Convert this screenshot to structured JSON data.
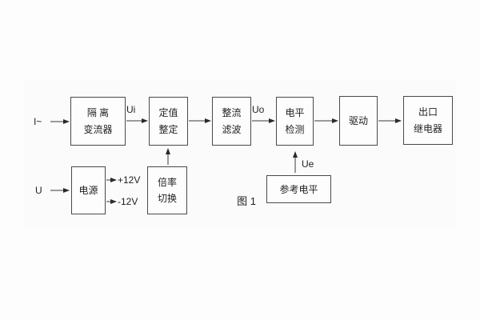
{
  "figure": {
    "caption": "图 1",
    "inputs": {
      "current": "I~",
      "voltage": "U"
    },
    "signals": {
      "ui": "Ui",
      "uo": "Uo",
      "ue": "Ue",
      "plus12v": "+12V",
      "minus12v": "-12V"
    },
    "blocks": {
      "isolation": {
        "line1": "隔 离",
        "line2": "变流器"
      },
      "setting": {
        "line1": "定值",
        "line2": "整定"
      },
      "rectifier_filter": {
        "line1": "整流",
        "line2": "滤波"
      },
      "level_detect": {
        "line1": "电平",
        "line2": "检测"
      },
      "drive": {
        "line1": "驱动"
      },
      "output_relay": {
        "line1": "出口",
        "line2": "继电器"
      },
      "power": {
        "line1": "电源"
      },
      "ratio_switch": {
        "line1": "倍率",
        "line2": "切换"
      },
      "reference_level": {
        "line1": "参考电平"
      }
    },
    "colors": {
      "line": "#3a3a3a",
      "text": "#1f1f1f",
      "background": "#fdfdfd"
    }
  }
}
